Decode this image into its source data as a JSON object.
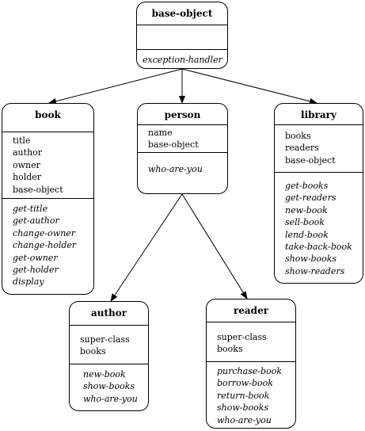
{
  "classes": {
    "base_object": {
      "name": "base-object",
      "attributes": [],
      "methods": [
        "exception-handler"
      ]
    },
    "book": {
      "name": "book",
      "attributes": [
        "title",
        "author",
        "owner",
        "holder",
        "base-object"
      ],
      "methods": [
        "get-title",
        "get-author",
        "change-owner",
        "change-holder",
        "get-owner",
        "get-holder",
        "display"
      ]
    },
    "person": {
      "name": "person",
      "attributes": [
        "name",
        "base-object"
      ],
      "methods": [
        "who-are-you"
      ]
    },
    "library": {
      "name": "library",
      "attributes": [
        "books",
        "readers",
        "base-object"
      ],
      "methods": [
        "get-books",
        "get-readers",
        "new-book",
        "sell-book",
        "lend-book",
        "take-back-book",
        "show-books",
        "show-readers"
      ]
    },
    "author": {
      "name": "author",
      "attributes": [
        "super-class",
        "books"
      ],
      "methods": [
        "new-book",
        "show-books",
        "who-are-you"
      ]
    },
    "reader": {
      "name": "reader",
      "attributes": [
        "super-class",
        "books"
      ],
      "methods": [
        "purchase-book",
        "borrow-book",
        "return-book",
        "show-books",
        "who-are-you"
      ]
    }
  },
  "edges": [
    {
      "from": "base_object",
      "to": "book"
    },
    {
      "from": "base_object",
      "to": "person"
    },
    {
      "from": "base_object",
      "to": "library"
    },
    {
      "from": "person",
      "to": "author"
    },
    {
      "from": "person",
      "to": "reader"
    }
  ]
}
